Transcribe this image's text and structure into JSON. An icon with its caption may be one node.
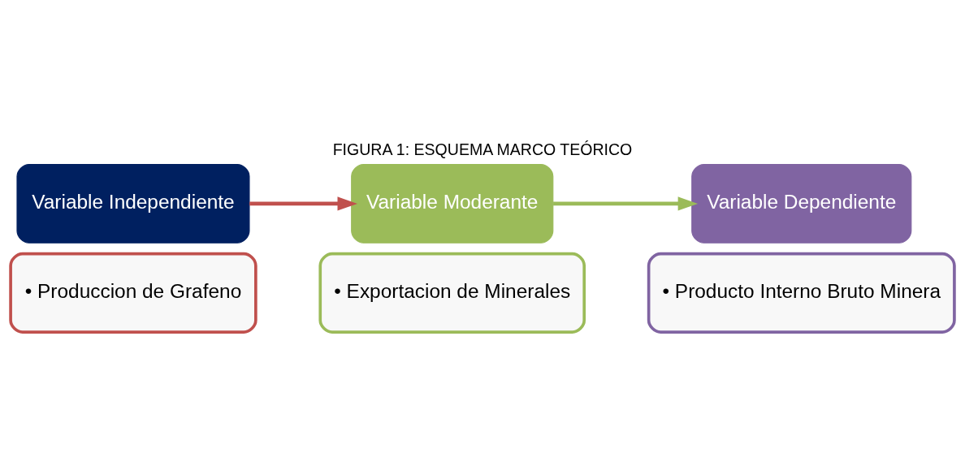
{
  "diagram": {
    "title": "FIGURA 1: ESQUEMA MARCO TEÓRICO",
    "nodes": [
      {
        "text": [
          "Variable Independiente"
        ]
      },
      {
        "text": [
          "• Produccion de Grafeno"
        ]
      },
      {
        "text": [
          "Variable Moderante"
        ]
      },
      {
        "text": [
          "• Exportacion de Minerales"
        ]
      },
      {
        "text": [
          "Variable Dependiente"
        ]
      },
      {
        "text": [
          "• Producto Interno Bruto Minera"
        ]
      }
    ],
    "edges": [
      {
        "from": 0,
        "to": 2,
        "arrow": "to",
        "color": "#c0504d"
      },
      {
        "from": 2,
        "to": 4,
        "arrow": "to",
        "color": "#9bbb59"
      }
    ]
  }
}
